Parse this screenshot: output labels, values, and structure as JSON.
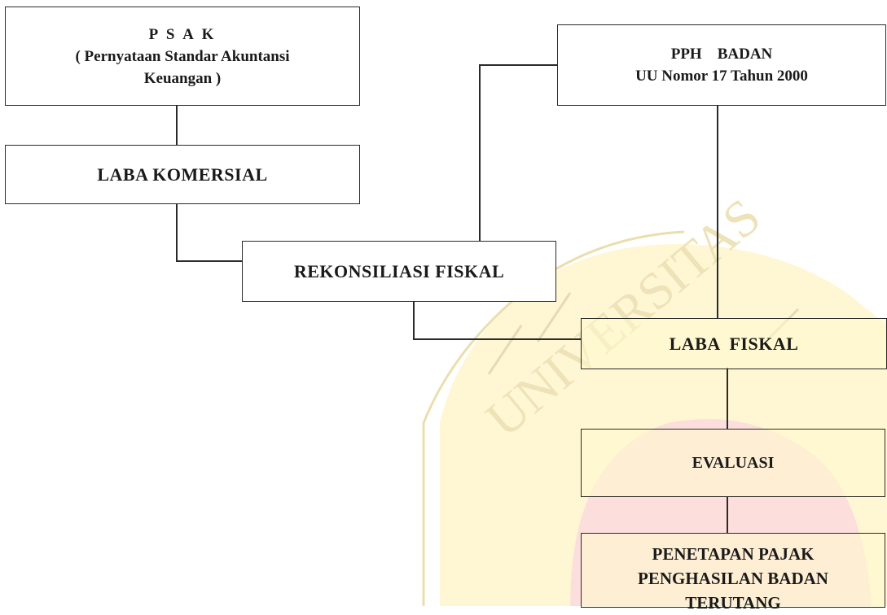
{
  "psak": {
    "line1": "P S A K",
    "line2": "( Pernyataan Standar Akuntansi",
    "line3": "Keuangan )"
  },
  "laba_komersial": "LABA KOMERSIAL",
  "rekonsiliasi_fiskal": "REKONSILIASI FISKAL",
  "pph_badan": {
    "line1": "PPH    BADAN",
    "line2": "UU Nomor 17 Tahun 2000"
  },
  "laba_fiskal": "LABA  FISKAL",
  "evaluasi": "EVALUASI",
  "penetapan": {
    "line1": "PENETAPAN PAJAK",
    "line2": "PENGHASILAN BADAN",
    "line3": "TERUTANG"
  },
  "watermark": {
    "text": "UNIVERSITAS",
    "fill_color": "#fde9a6",
    "accent_color": "#f6c7cc"
  }
}
